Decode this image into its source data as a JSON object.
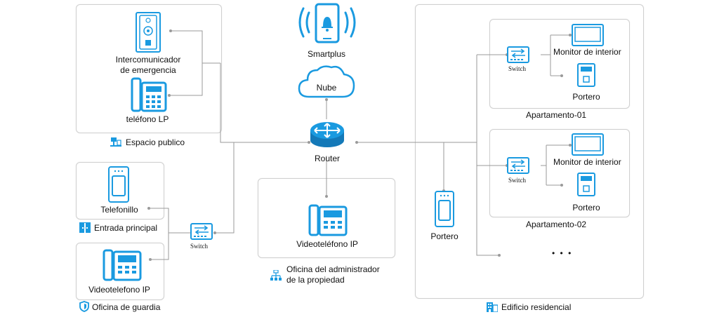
{
  "nodes": {
    "smartplus": "Smartplus",
    "cloud": "Nube",
    "router": "Router",
    "intercom_line1": "Intercomunicador",
    "intercom_line2": "de emergencia",
    "phone_lp": "teléfono LP",
    "telefonillo": "Telefonillo",
    "videotelefono_ip_guard": "Videotelefono IP",
    "videotelefono_ip_admin": "Videoteléfono IP",
    "switch_left": "Switch",
    "switch_apt1": "Switch",
    "switch_apt2": "Switch",
    "monitor_apt1": "Monitor de interior",
    "monitor_apt2": "Monitor de interior",
    "portero_apt1": "Portero",
    "portero_apt2": "Portero",
    "portero_building": "Portero",
    "ellipsis": "• • •"
  },
  "zones": {
    "public_space": "Espacio publico",
    "main_entrance": "Entrada principal",
    "guard_office": "Oficina de guardia",
    "admin_office_line1": "Oficina del administrador",
    "admin_office_line2": "de la propiedad",
    "residential": "Edificio residencial",
    "apartment1": "Apartamento-01",
    "apartment2": "Apartamento-02"
  },
  "colors": {
    "accent": "#1a9ae0",
    "line": "#9a9a9a",
    "box_border": "#cfcfcf"
  }
}
